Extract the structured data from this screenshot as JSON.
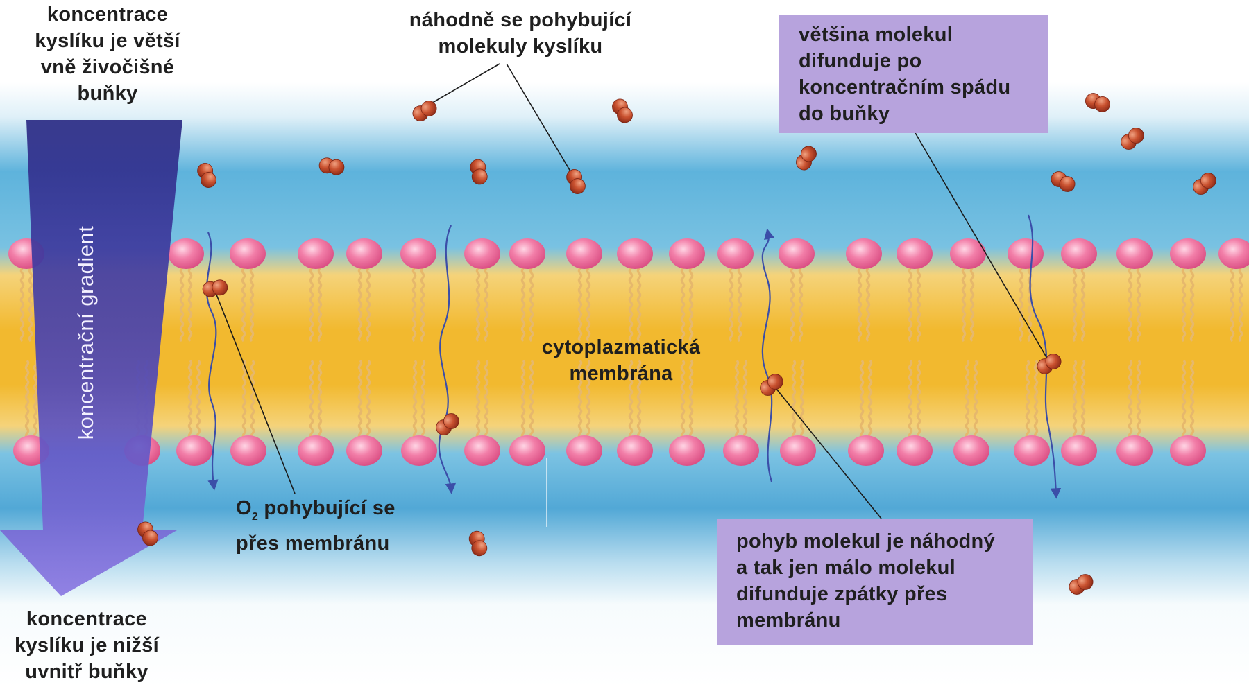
{
  "labels": {
    "outside_concentration": [
      "koncentrace",
      "kyslíku je větší",
      "vně živočišné",
      "buňky"
    ],
    "random_molecules": [
      "náhodně se pohybující",
      "molekuly kyslíku"
    ],
    "majority_diffuse": [
      "většina molekul",
      "difunduje po",
      "koncentračním spádu",
      "do buňky"
    ],
    "gradient": "koncentrační gradient",
    "membrane": [
      "cytoplazmatická",
      "membrána"
    ],
    "o2_crossing": {
      "o": "O",
      "sub": "2",
      "rest": " pohybující se",
      "line2": "přes membránu"
    },
    "random_motion": [
      "pohyb molekul je náhodný",
      "a tak jen málo molekul",
      "difunduje zpátky přes",
      "membránu"
    ],
    "inside_concentration": [
      "koncentrace",
      "kyslíku je nižší",
      "uvnitř buňky"
    ]
  },
  "colors": {
    "outer_blue": "#4fa9d6",
    "membrane_core": "#f2b92f",
    "lipid_head": "#ee6f9c",
    "lipid_tail": "#e6b86c",
    "oxygen": "#c2492c",
    "arrow_top": "#2d2a83",
    "arrow_bottom": "#8474de",
    "box_fill": "#b7a3dd",
    "path_line": "#3b4ea8"
  }
}
